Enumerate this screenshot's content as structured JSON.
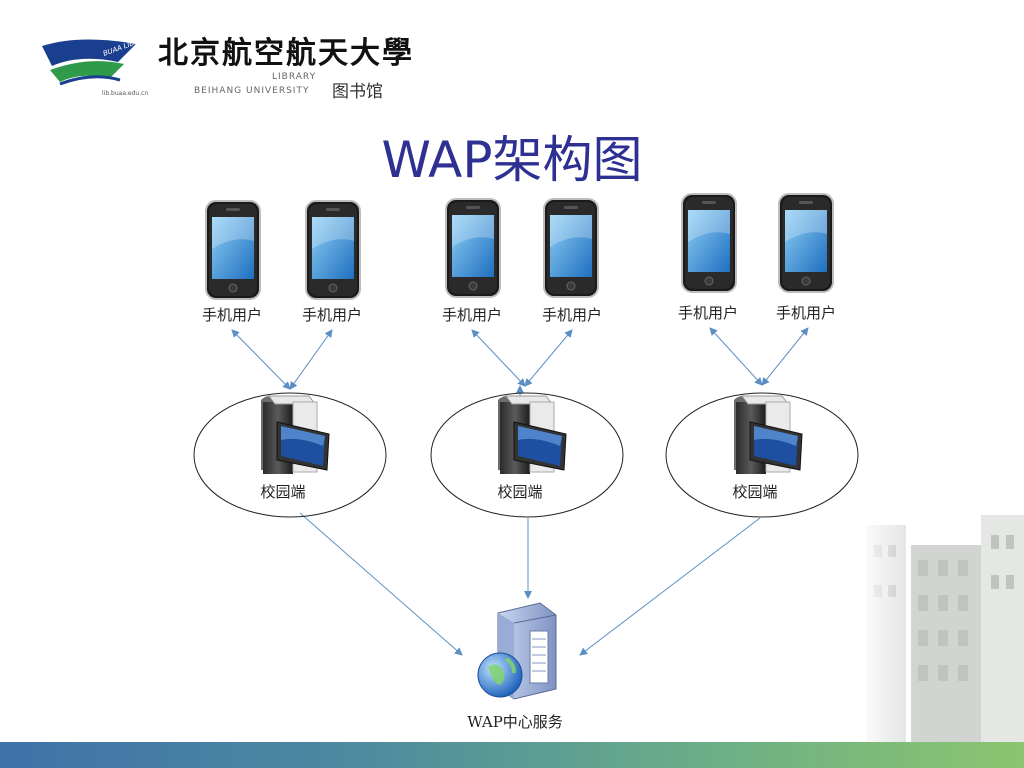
{
  "header": {
    "logo_cn": "北京航空航天大學",
    "logo_library": "LIBRARY",
    "logo_university": "BEIHANG UNIVERSITY",
    "logo_library_cn": "图书馆",
    "logo_url": "lib.buaa.edu.cn",
    "logo_badge": "BUAA LIBRARY"
  },
  "title": "WAP架构图",
  "diagram": {
    "phones": [
      {
        "label": "手机用户"
      },
      {
        "label": "手机用户"
      },
      {
        "label": "手机用户"
      },
      {
        "label": "手机用户"
      },
      {
        "label": "手机用户"
      },
      {
        "label": "手机用户"
      }
    ],
    "campus_nodes": [
      {
        "label": "校园端"
      },
      {
        "label": "校园端"
      },
      {
        "label": "校园端"
      }
    ],
    "center": {
      "label": "WAP中心服务"
    }
  },
  "colors": {
    "title": "#2e3192",
    "arrow": "#5b8ec4",
    "bar_start": "#3f72a8",
    "bar_end": "#8cc56f"
  }
}
